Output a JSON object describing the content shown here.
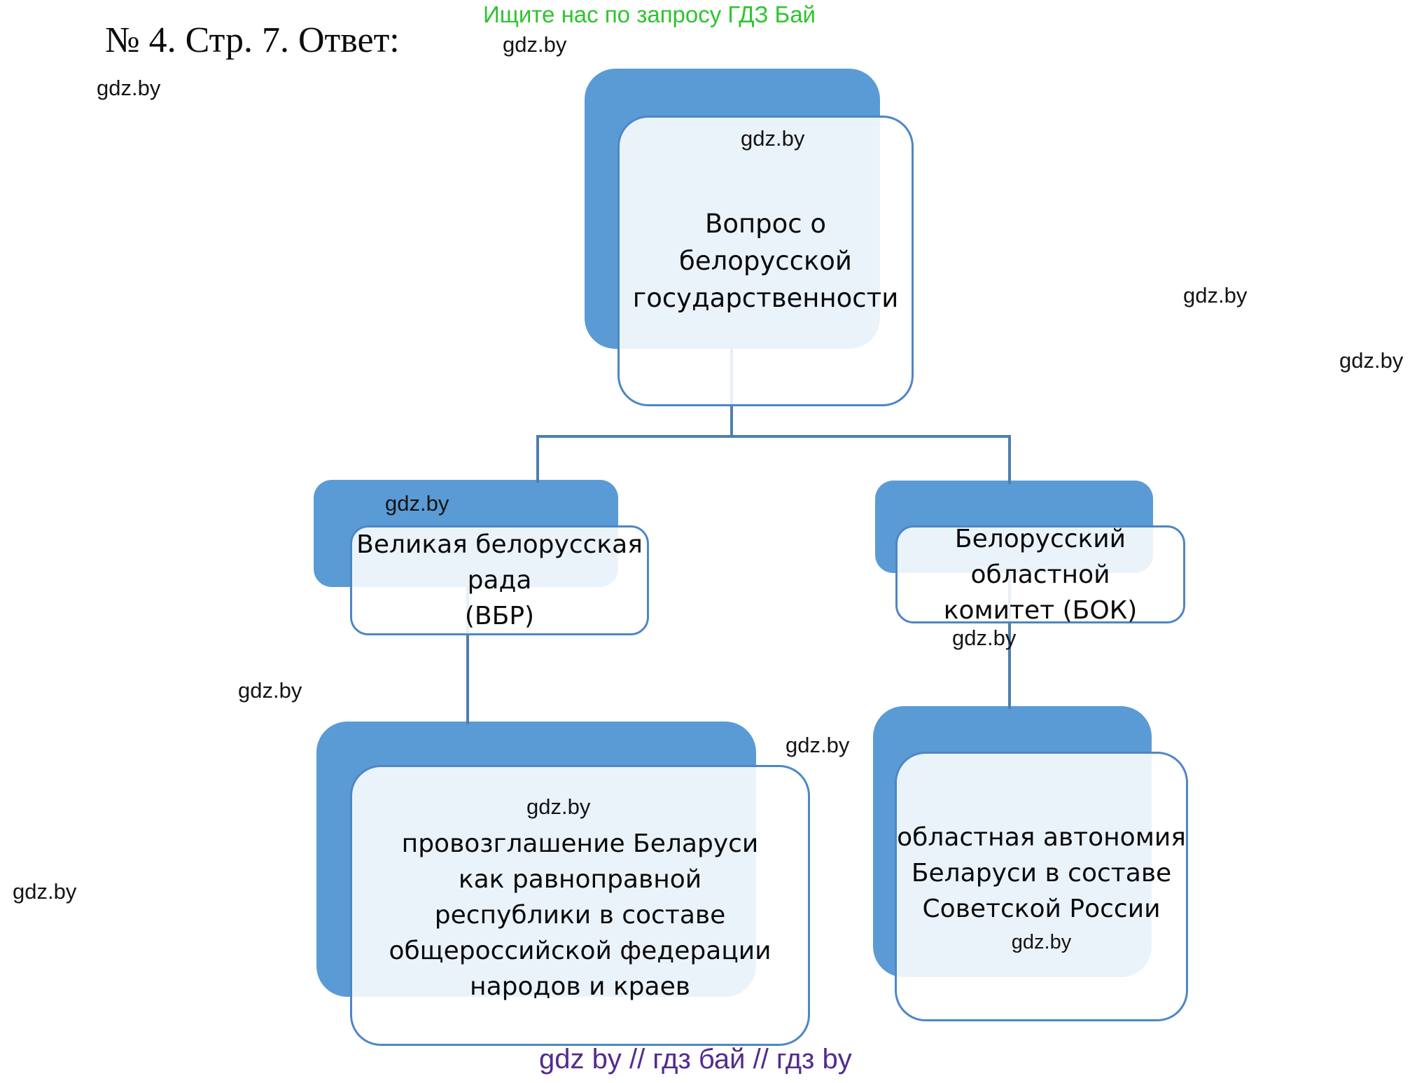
{
  "header": {
    "exercise_label": "№ 4. Стр. 7. Ответ:",
    "promo_text": "Ищите нас по запросу ГДЗ Бай"
  },
  "watermark": {
    "text": "gdz.by"
  },
  "footer": {
    "text": "gdz by  //  гдз бай  //  гдз by"
  },
  "colors": {
    "node_fill_blue": "#5b9bd5",
    "card_border_blue": "#4e86c6",
    "connector_blue": "#4e7fad",
    "promo_green": "#2fc42f",
    "footer_purple": "#542b8d",
    "text_black": "#0a0a0a"
  },
  "diagram": {
    "type": "hierarchy-flowchart",
    "nodes": {
      "root": {
        "lines": [
          "Вопрос о белорусской",
          "государственности"
        ]
      },
      "vbr": {
        "lines": [
          "Великая белорусская рада",
          "(ВБР)"
        ]
      },
      "bok": {
        "lines": [
          "Белорусский областной",
          "комитет (БОК)"
        ]
      },
      "vbr_outcome": {
        "lines": [
          "провозглашение Беларуси",
          "как равноправной",
          "республики в составе",
          "общероссийской федерации",
          "народов и краев"
        ]
      },
      "bok_outcome": {
        "lines": [
          "областная автономия",
          "Беларуси в составе",
          "Советской России"
        ]
      }
    }
  }
}
